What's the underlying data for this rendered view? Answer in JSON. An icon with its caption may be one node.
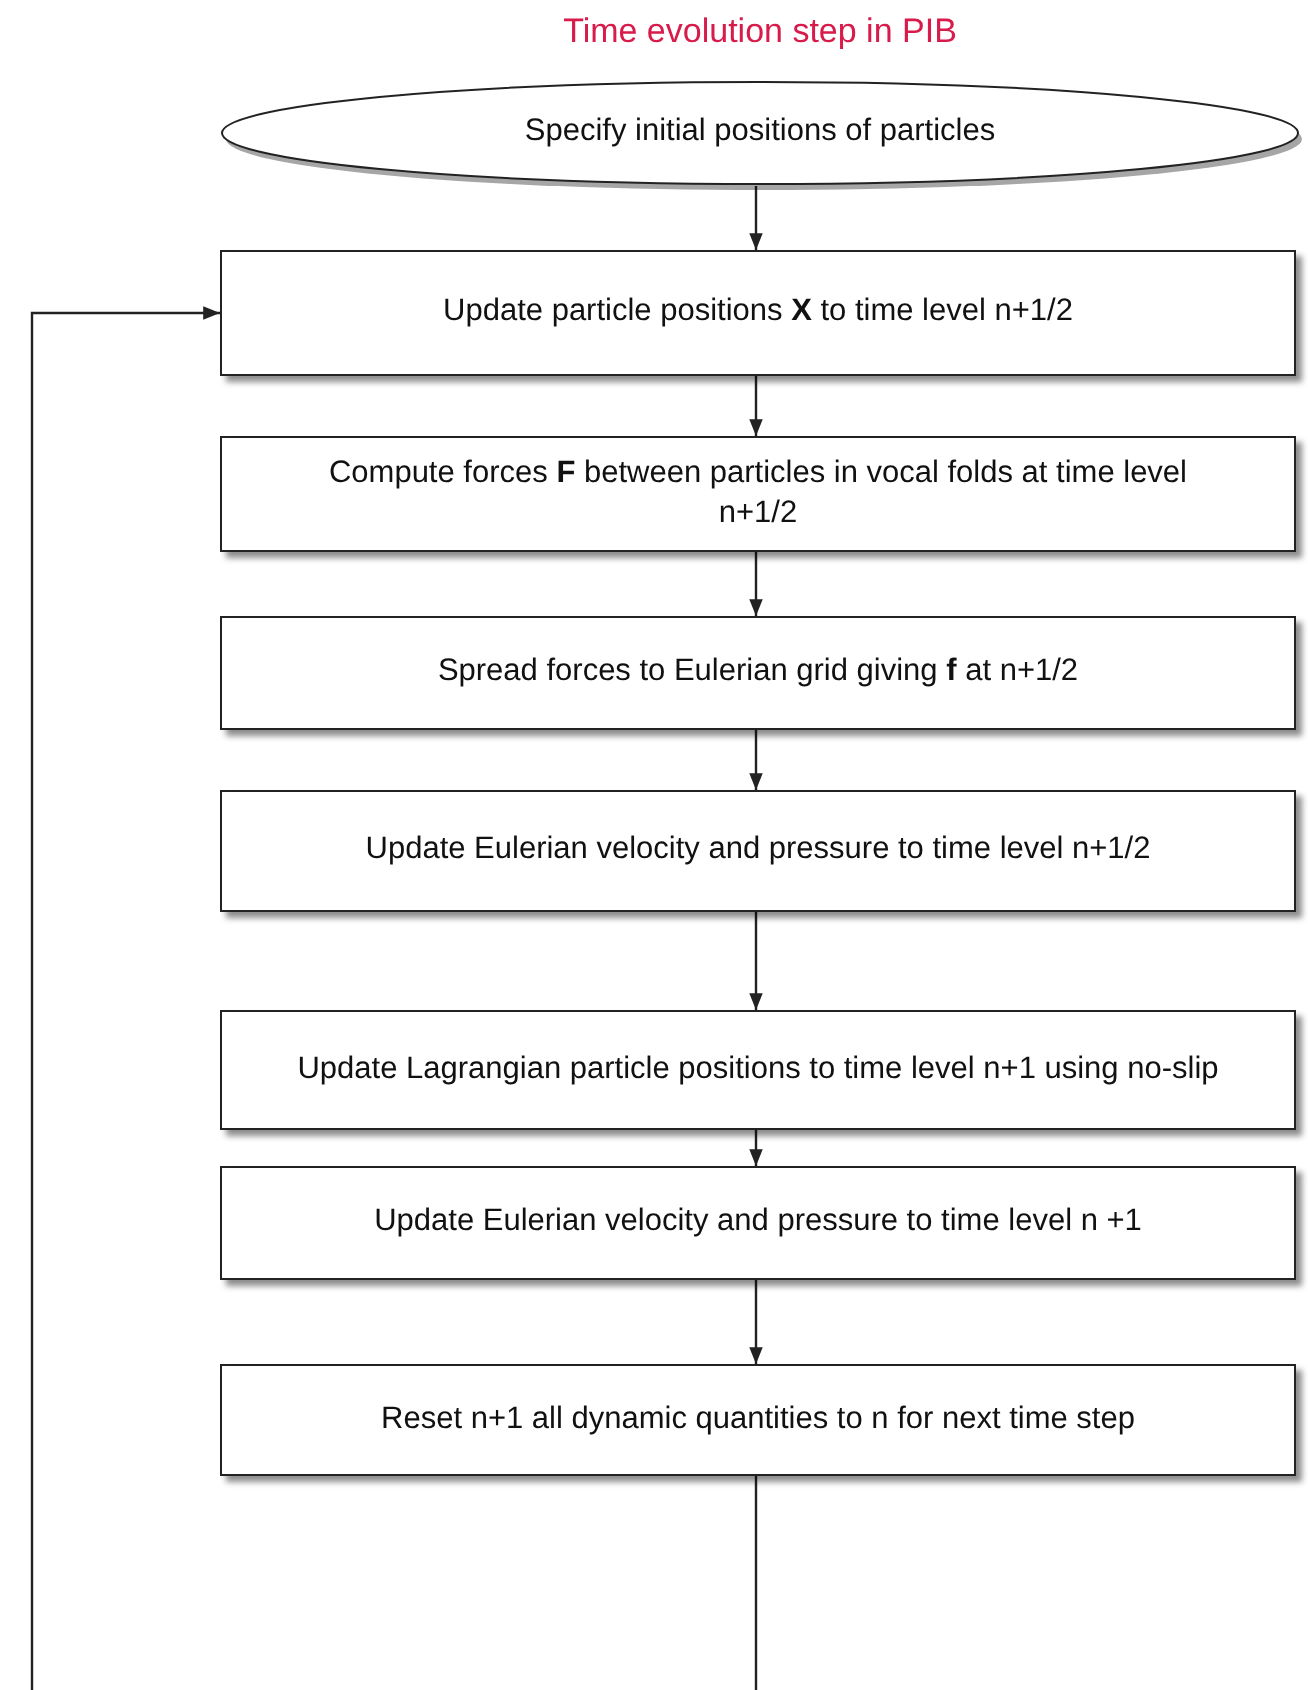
{
  "diagram": {
    "title": "Time evolution step in PIB",
    "nodes": [
      {
        "text": [
          "Specify initial positions of particles"
        ]
      },
      {
        "text": [
          "Update particle positions **X** to time level n+1/2"
        ]
      },
      {
        "text": [
          "Compute forces **F** between particles in vocal folds at time level n+1/2"
        ]
      },
      {
        "text": [
          "Spread forces to Eulerian grid giving **f** at n+1/2"
        ]
      },
      {
        "text": [
          "Update Eulerian velocity and pressure to time level n+1/2"
        ]
      },
      {
        "text": [
          "Update Lagrangian particle positions to time level n+1 using no-slip"
        ]
      },
      {
        "text": [
          "Update Eulerian velocity and pressure to time level n +1"
        ]
      },
      {
        "text": [
          "Reset n+1 all dynamic quantities to n for next time step"
        ]
      }
    ],
    "edges": [
      {
        "from": 0,
        "to": 1,
        "arrow": "to"
      },
      {
        "from": 1,
        "to": 2,
        "arrow": "to"
      },
      {
        "from": 2,
        "to": 3,
        "arrow": "to"
      },
      {
        "from": 3,
        "to": 4,
        "arrow": "to"
      },
      {
        "from": 4,
        "to": 5,
        "arrow": "to"
      },
      {
        "from": 5,
        "to": 6,
        "arrow": "to"
      },
      {
        "from": 6,
        "to": 7,
        "arrow": "to"
      },
      {
        "from": 7,
        "to": null,
        "arrow": "none"
      },
      {
        "from": null,
        "to": 1,
        "arrow": "to"
      }
    ]
  }
}
